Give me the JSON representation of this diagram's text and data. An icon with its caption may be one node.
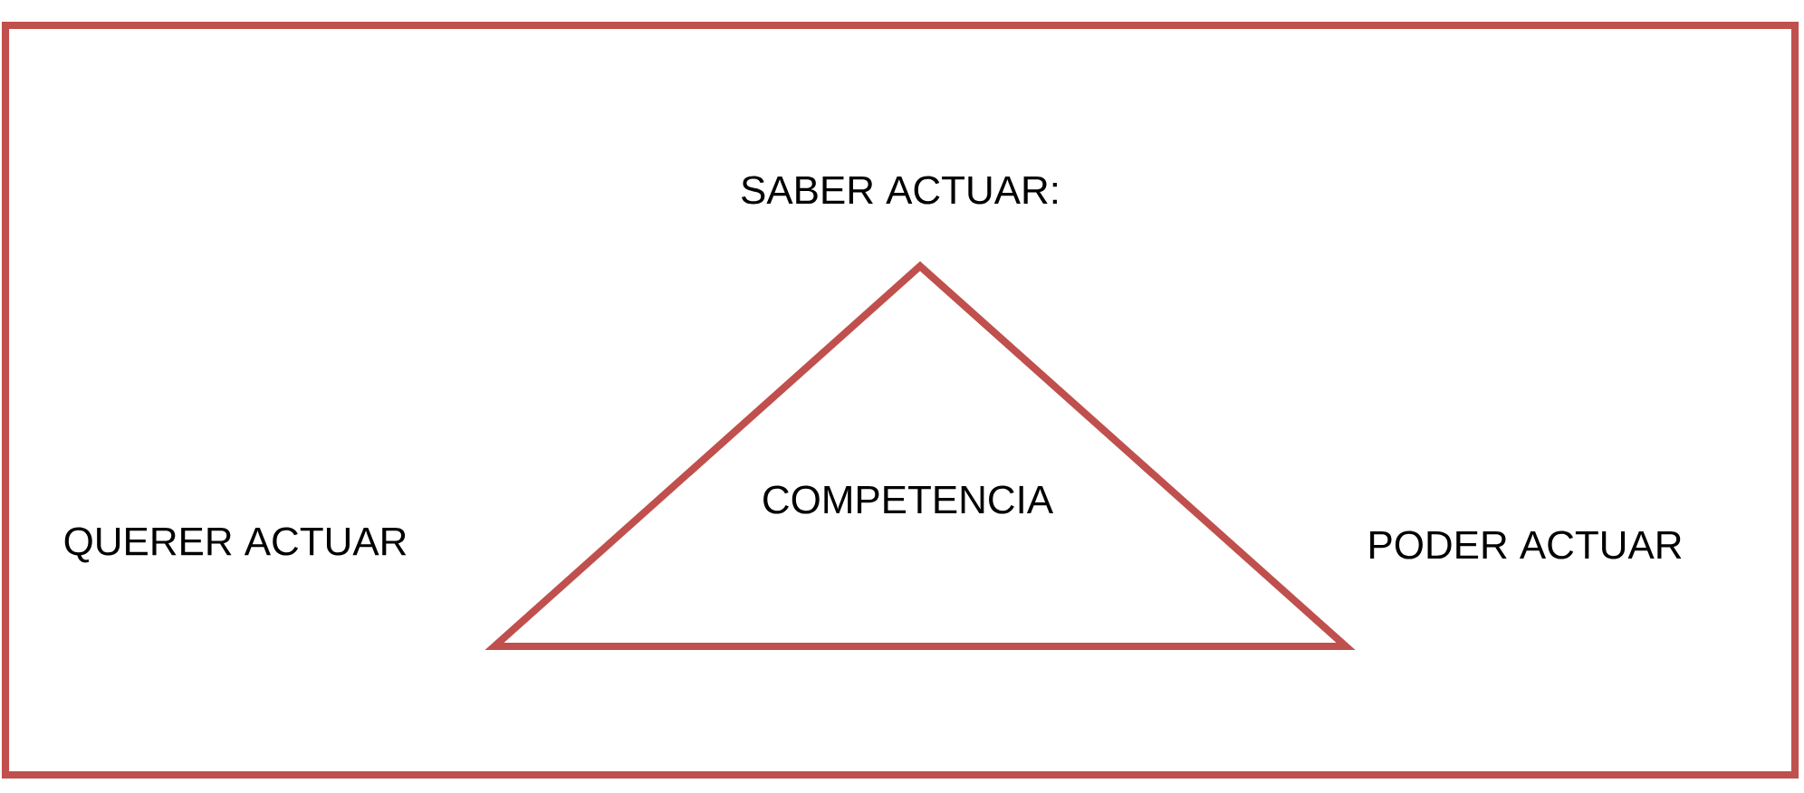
{
  "diagram": {
    "nodes": [
      {
        "text": [
          "COMPETENCIA"
        ]
      }
    ],
    "labels": [
      "SABER ACTUAR:",
      "QUERER ACTUAR",
      "PODER ACTUAR"
    ]
  }
}
